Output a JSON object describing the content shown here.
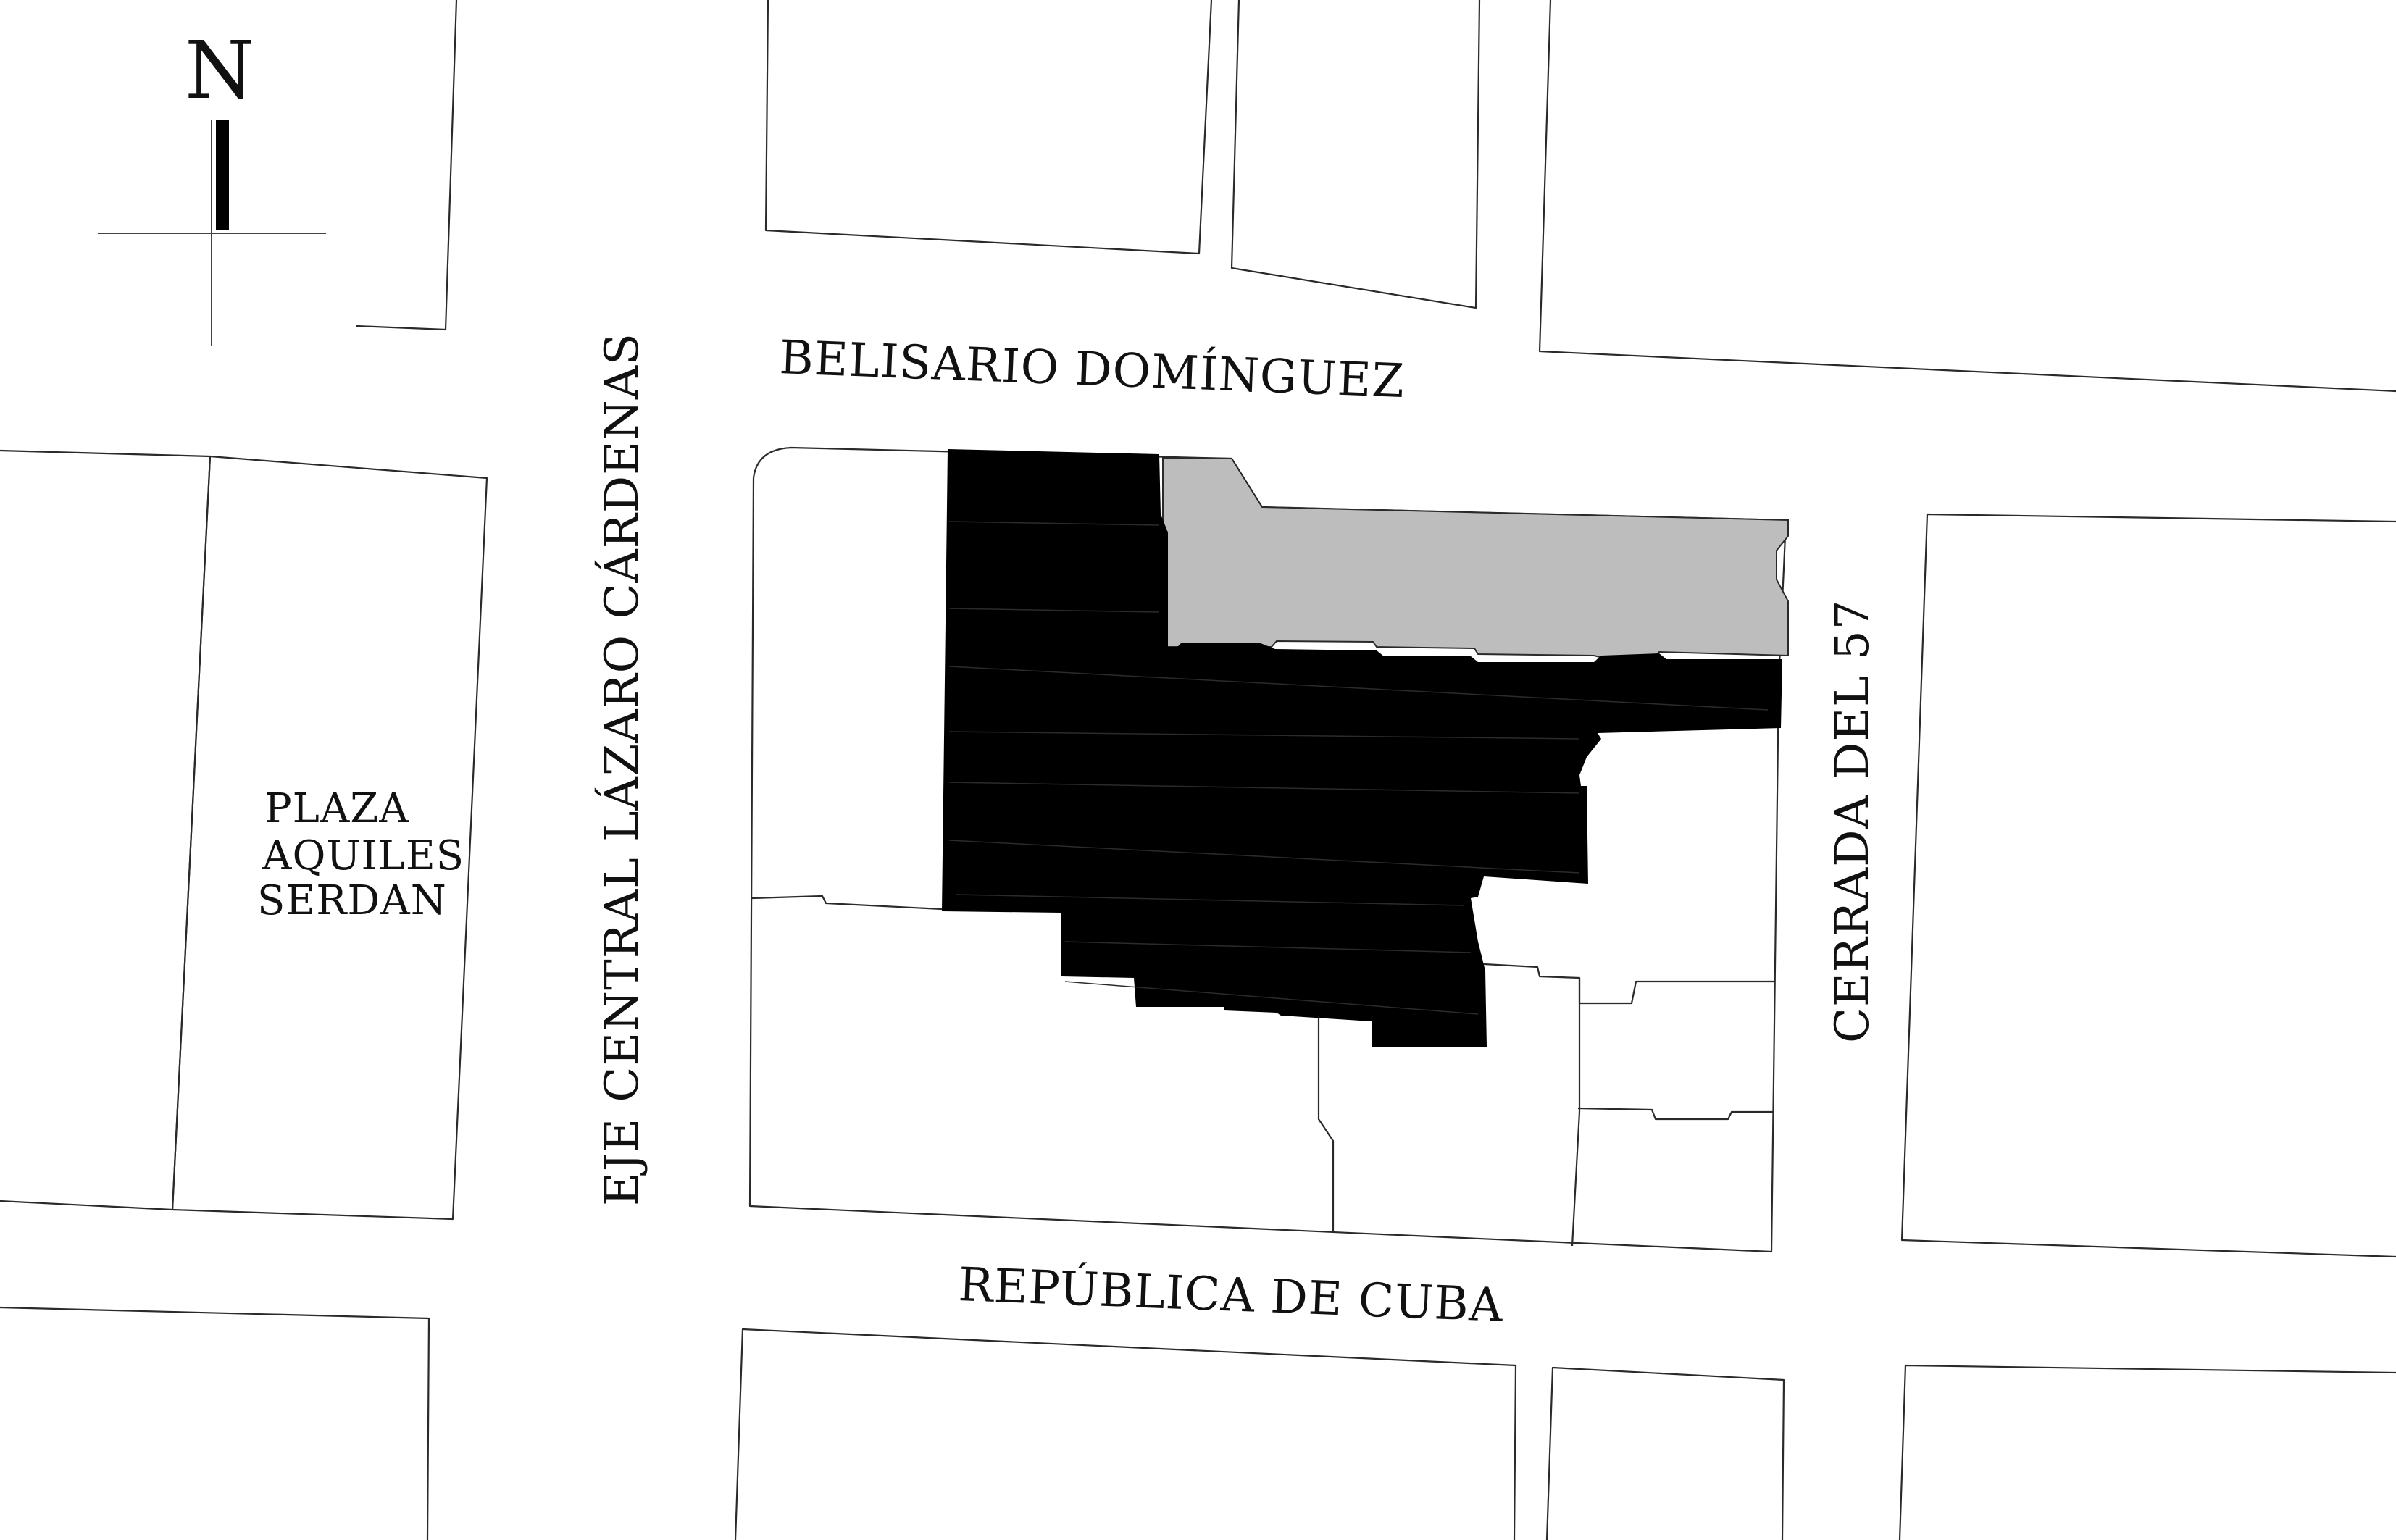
{
  "map": {
    "north_label": "N",
    "streets": {
      "north": "BELISARIO DOMÍNGUEZ",
      "west": "EJE CENTRAL LÁZARO CÁRDENAS",
      "east": "CERRADA DEL 57",
      "south": "REPÚBLICA DE CUBA"
    },
    "places": {
      "plaza_line1": "PLAZA",
      "plaza_line2": "AQUILES",
      "plaza_line3": "SERDAN"
    },
    "colors": {
      "background": "#ffffff",
      "block_outline": "#2a2a2a",
      "highlight_dark": "#000000",
      "highlight_grey": "#bdbdbd",
      "text": "#111111"
    }
  }
}
